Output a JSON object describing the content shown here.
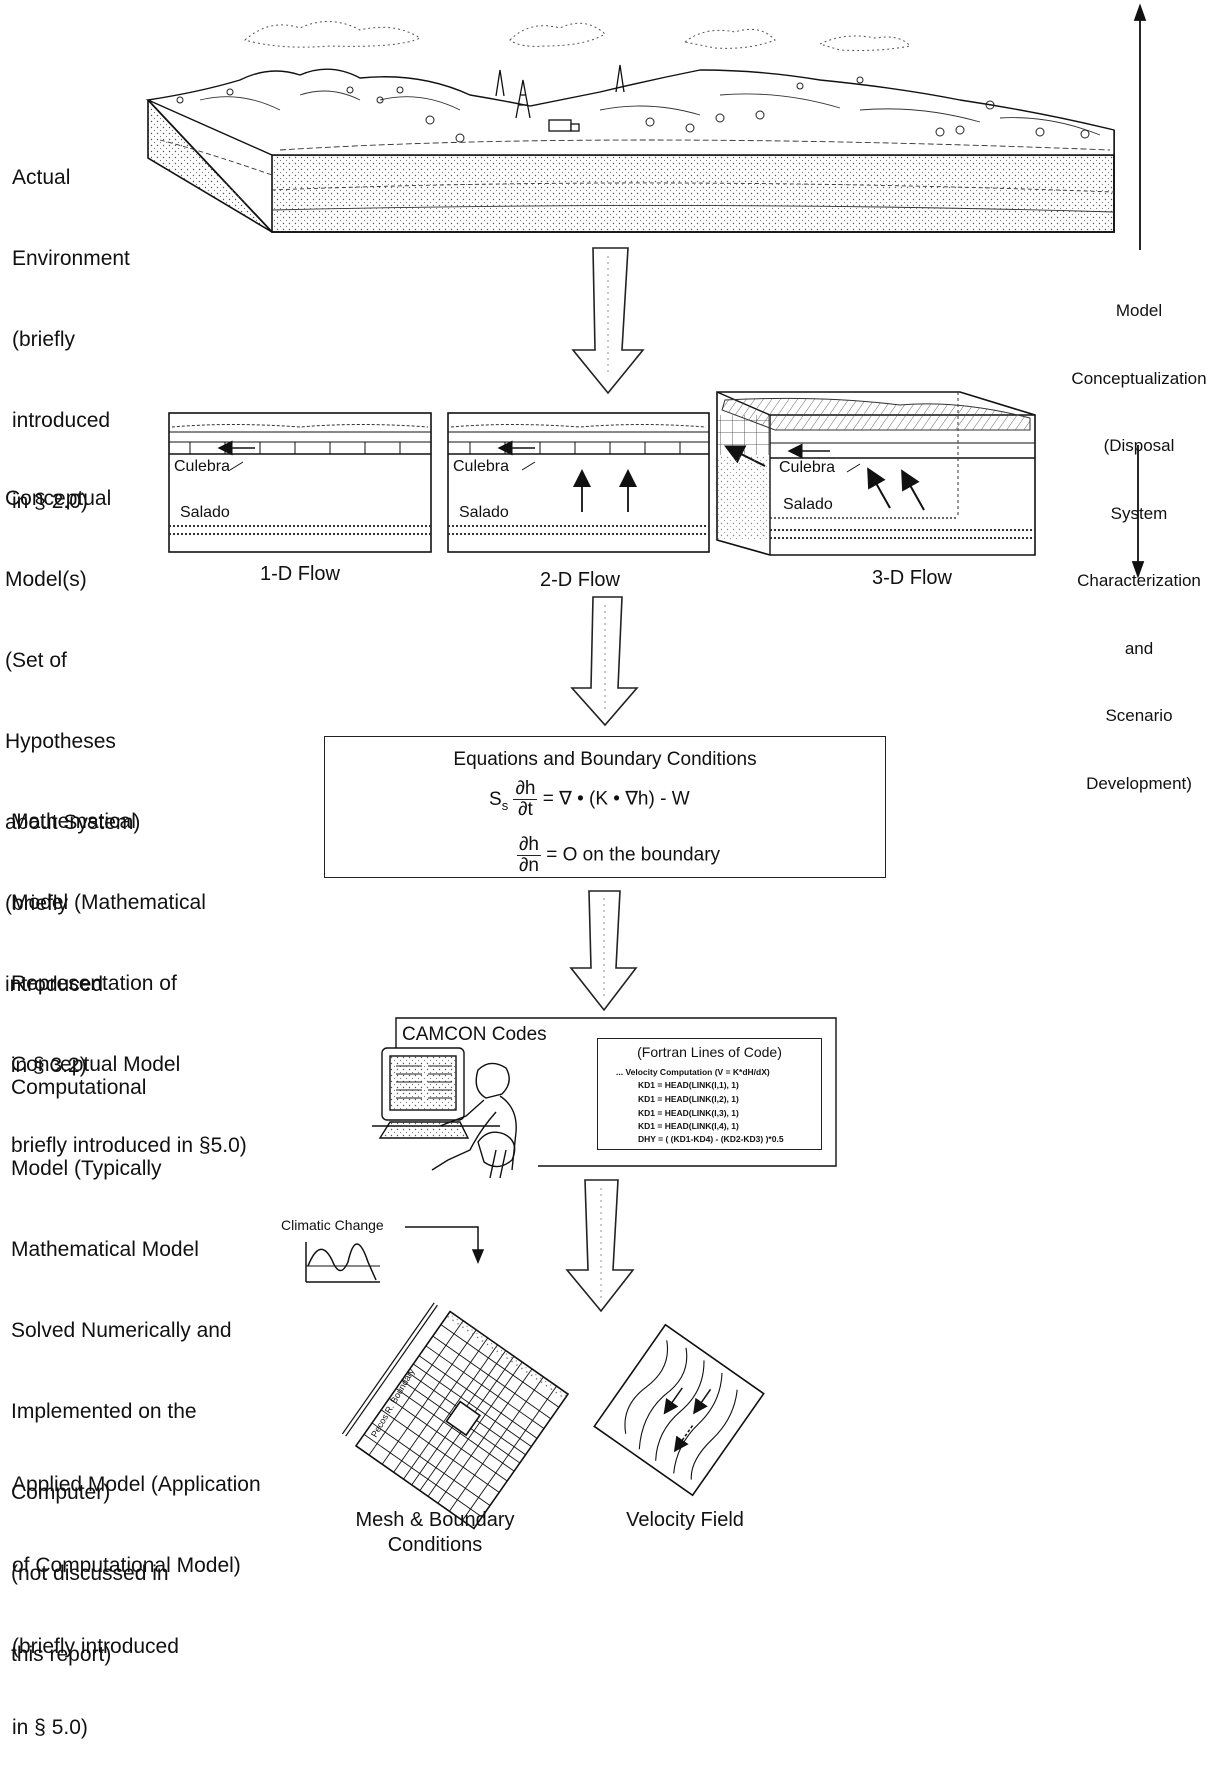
{
  "levels": {
    "actual": [
      "Actual",
      "Environment",
      "(briefly",
      "introduced",
      "in § 2.0)"
    ],
    "conceptual": [
      "Conceptual",
      "Model(s)",
      "(Set of",
      "Hypotheses",
      "about System)",
      "(briefly",
      "introduced",
      " in § 3.2)"
    ],
    "mathematical": [
      "Mathematical",
      "Model (Mathematical",
      "Representation of",
      "Conceptual Model",
      "briefly introduced in §5.0)"
    ],
    "computational": [
      "Computational",
      "Model (Typically",
      "Mathematical Model",
      "Solved Numerically and",
      "Implemented on the",
      "Computer)",
      "(not discussed in",
      "this report)"
    ],
    "applied": [
      "Applied Model (Application",
      "of Computational Model)",
      "(briefly introduced",
      "in § 5.0)"
    ]
  },
  "side_label": [
    "Model",
    "Conceptualization",
    "(Disposal",
    "System",
    "Characterization",
    "and",
    "Scenario",
    "Development)"
  ],
  "conceptual_panels": [
    {
      "caption": "1-D Flow",
      "upper_layer": "Culebra",
      "lower_layer": "Salado"
    },
    {
      "caption": "2-D Flow",
      "upper_layer": "Culebra",
      "lower_layer": "Salado"
    },
    {
      "caption": "3-D Flow",
      "upper_layer": "Culebra",
      "lower_layer": "Salado"
    }
  ],
  "equations": {
    "title": "Equations and Boundary Conditions",
    "eq1_lhs": "S",
    "eq1_sub": "s",
    "eq1_num": "∂h",
    "eq1_den": "∂t",
    "eq1_rhs": "= ∇ • (K • ∇h) - W",
    "eq2_num": "∂h",
    "eq2_den": "∂n",
    "eq2_rhs": "= O on the boundary"
  },
  "computational": {
    "title": "CAMCON Codes",
    "code_title": "(Fortran Lines of Code)",
    "code_lines": [
      "... Velocity Computation (V = K*dH/dX)",
      "KD1 = HEAD(LINK(I,1), 1)",
      "KD1 = HEAD(LINK(I,2), 1)",
      "KD1 = HEAD(LINK(I,3), 1)",
      "KD1 = HEAD(LINK(I,4), 1)",
      "DHY = ( (KD1-KD4) - (KD2-KD3) )*0.5"
    ]
  },
  "climatic_change": "Climatic Change",
  "mesh_edge_label": "Pecos R. Boundary",
  "applied": {
    "mesh_caption": [
      "Mesh & Boundary",
      "Conditions"
    ],
    "velocity_caption": "Velocity Field"
  }
}
